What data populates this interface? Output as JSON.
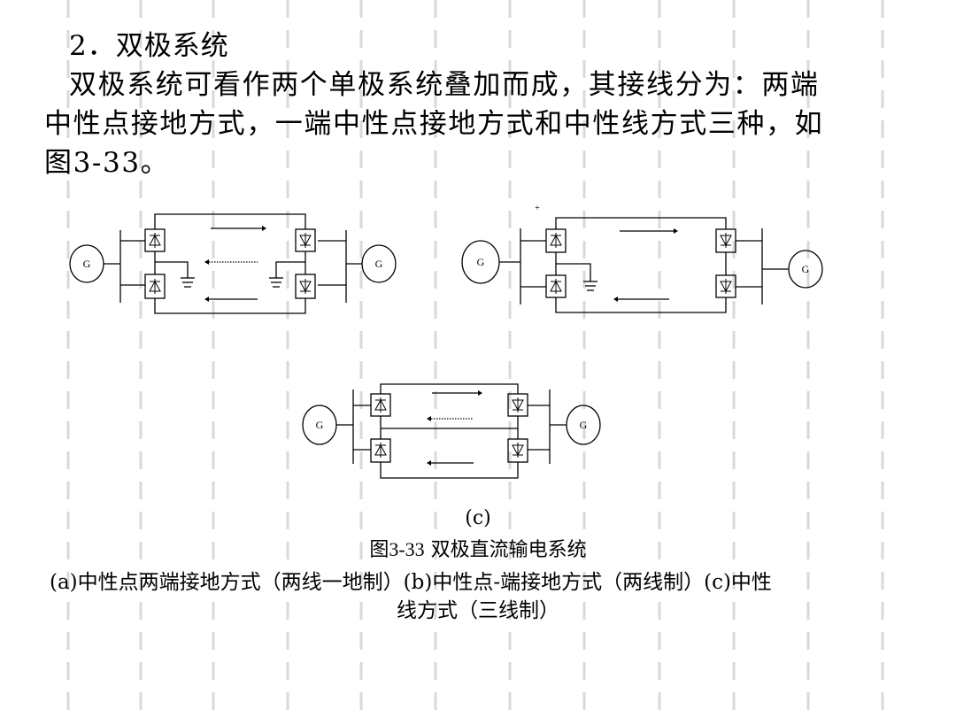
{
  "heading": "2．双极系统",
  "paragraph": {
    "line1": "双极系统可看作两个单极系统叠加而成，其接线分为：两端",
    "line2": "中性点接地方式，一端中性点接地方式和中性线方式三种，如",
    "line3": "图3-33。"
  },
  "figure": {
    "generator_label": "G",
    "b_plus_mark": "+",
    "sub_label_c": "(c)",
    "title_number": "图3-33",
    "title_text": "双极直流输电系统",
    "caption_line1": "(a)中性点两端接地方式（两线一地制）(b)中性点-端接地方式（两线制）(c)中性",
    "caption_line2": "线方式（三线制）"
  },
  "colors": {
    "background": "#ffffff",
    "text": "#000000",
    "guide_lines": "#d9d9d9"
  }
}
